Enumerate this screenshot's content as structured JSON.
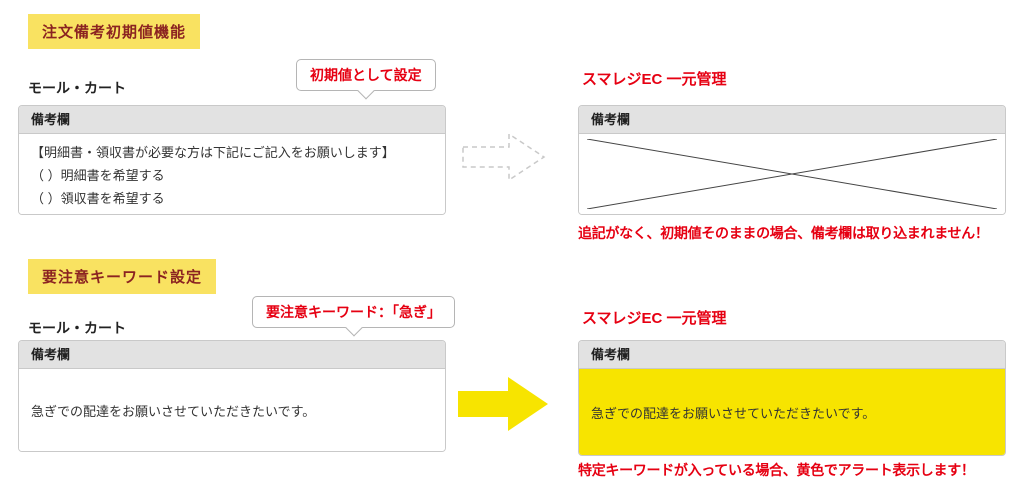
{
  "colors": {
    "accent_red": "#e60012",
    "badge_yellow": "#f9e261",
    "badge_text": "#8b2321",
    "alert_yellow": "#f7e400",
    "panel_header_gray": "#e2e2e2",
    "panel_border": "#c9c9c9"
  },
  "section1": {
    "title": "注文備考初期値機能",
    "source": {
      "label": "モール・カート",
      "callout": "初期値として設定",
      "panel_header": "備考欄",
      "lines": [
        "【明細書・領収書が必要な方は下記にご記入をお願いします】",
        "（ ）明細書を希望する",
        "（ ）領収書を希望する"
      ]
    },
    "dest": {
      "title": "スマレジEC 一元管理",
      "panel_header": "備考欄",
      "caption": "追記がなく、初期値そのままの場合、備考欄は取り込まれません！"
    }
  },
  "section2": {
    "title": "要注意キーワード設定",
    "source": {
      "label": "モール・カート",
      "callout": "要注意キーワード：「急ぎ」",
      "panel_header": "備考欄",
      "lines": [
        "急ぎでの配達をお願いさせていただきたいです。"
      ]
    },
    "dest": {
      "title": "スマレジEC 一元管理",
      "panel_header": "備考欄",
      "body": "急ぎでの配達をお願いさせていただきたいです。",
      "caption": "特定キーワードが入っている場合、黄色でアラート表示します！"
    }
  }
}
